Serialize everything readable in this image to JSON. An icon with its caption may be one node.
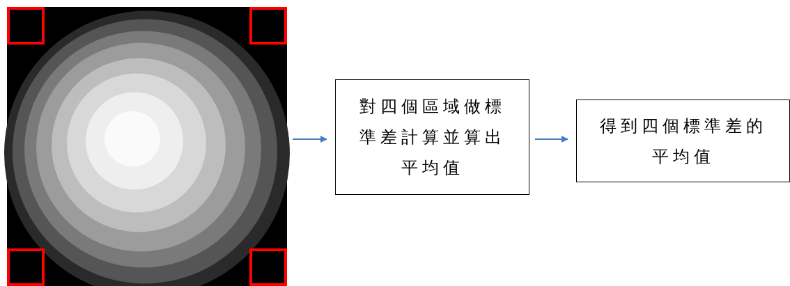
{
  "diagram": {
    "nodes": [
      {
        "text": [],
        "shape": "picture"
      },
      {
        "text": [
          "對四個區域做標準差計算並算出平均值"
        ]
      },
      {
        "text": [
          "得到四個標準差的平均值"
        ]
      }
    ],
    "edges": [
      {
        "from": 0,
        "to": 1,
        "arrow": "to"
      },
      {
        "from": 1,
        "to": 2,
        "arrow": "to"
      }
    ]
  }
}
